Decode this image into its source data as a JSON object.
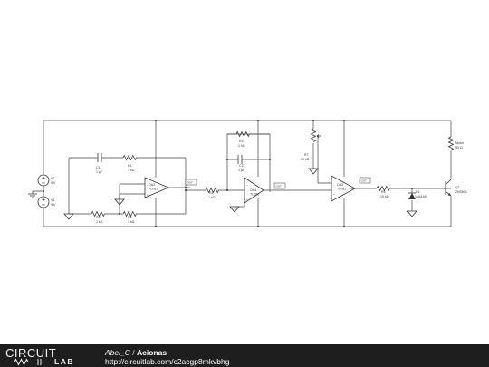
{
  "footer": {
    "logo_top": "CIRCUIT",
    "logo_bottom": "LAB",
    "author": "Abel_C",
    "separator": "/",
    "title": "Acionas",
    "url": "http://circuitlab.com/c2acgp8mkvbhg"
  },
  "components": {
    "v2": {
      "name": "V2",
      "value": "9 V"
    },
    "v3": {
      "name": "V3",
      "value": "9 V"
    },
    "c1": {
      "name": "C1",
      "value": "1 µF"
    },
    "r1": {
      "name": "R1",
      "value": "1 kΩ"
    },
    "r2": {
      "name": "R2",
      "value": "1 kΩ"
    },
    "r3": {
      "name": "R3",
      "value": "1 kΩ"
    },
    "oa2": {
      "name": "OA2",
      "value": "TL081"
    },
    "out1": {
      "label": "OUT"
    },
    "r4": {
      "name": "R4",
      "value": "1 kΩ"
    },
    "r5": {
      "name": "R5",
      "value": "1 kΩ"
    },
    "c2": {
      "name": "C2",
      "value": "1 µF"
    },
    "oa4": {
      "name": "OA4",
      "value": "TL081"
    },
    "out2": {
      "label": "OUT"
    },
    "r7": {
      "name": "R7",
      "value": "50 kΩ"
    },
    "oa5": {
      "name": "OA5",
      "value": "TL081"
    },
    "out3": {
      "label": "OUT"
    },
    "r6": {
      "name": "R6",
      "value": "10 kΩ"
    },
    "d1": {
      "name": "D1",
      "value": "1N4148"
    },
    "motor": {
      "name": "Motor",
      "value": "50 Ω"
    },
    "q1": {
      "name": "Q1",
      "value": "2N3904"
    }
  }
}
